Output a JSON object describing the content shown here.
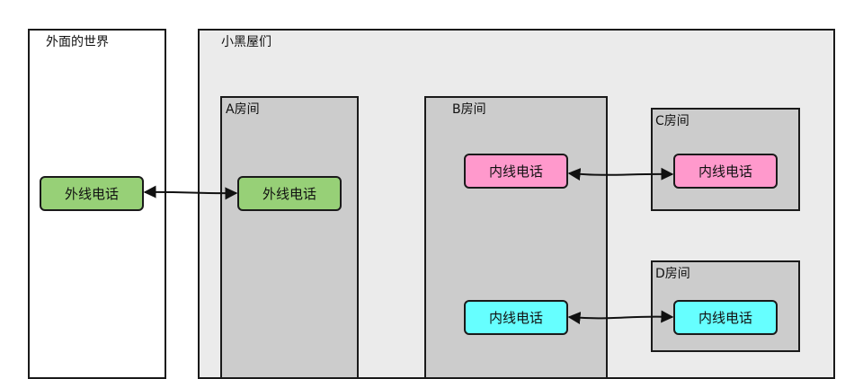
{
  "outside": {
    "title": "外面的世界",
    "phone": "外线电话"
  },
  "rooms": {
    "title": "小黑屋们",
    "a": {
      "title": "A房间",
      "phone": "外线电话"
    },
    "b": {
      "title": "B房间",
      "phone_top": "内线电话",
      "phone_bottom": "内线电话"
    },
    "c": {
      "title": "C房间",
      "phone": "内线电话"
    },
    "d": {
      "title": "D房间",
      "phone": "内线电话"
    }
  },
  "colors": {
    "external_phone": "#97d077",
    "internal_pink": "#ff99cc",
    "internal_cyan": "#66ffff",
    "room_fill": "#cccccc",
    "outer_fill": "#ebebeb"
  }
}
